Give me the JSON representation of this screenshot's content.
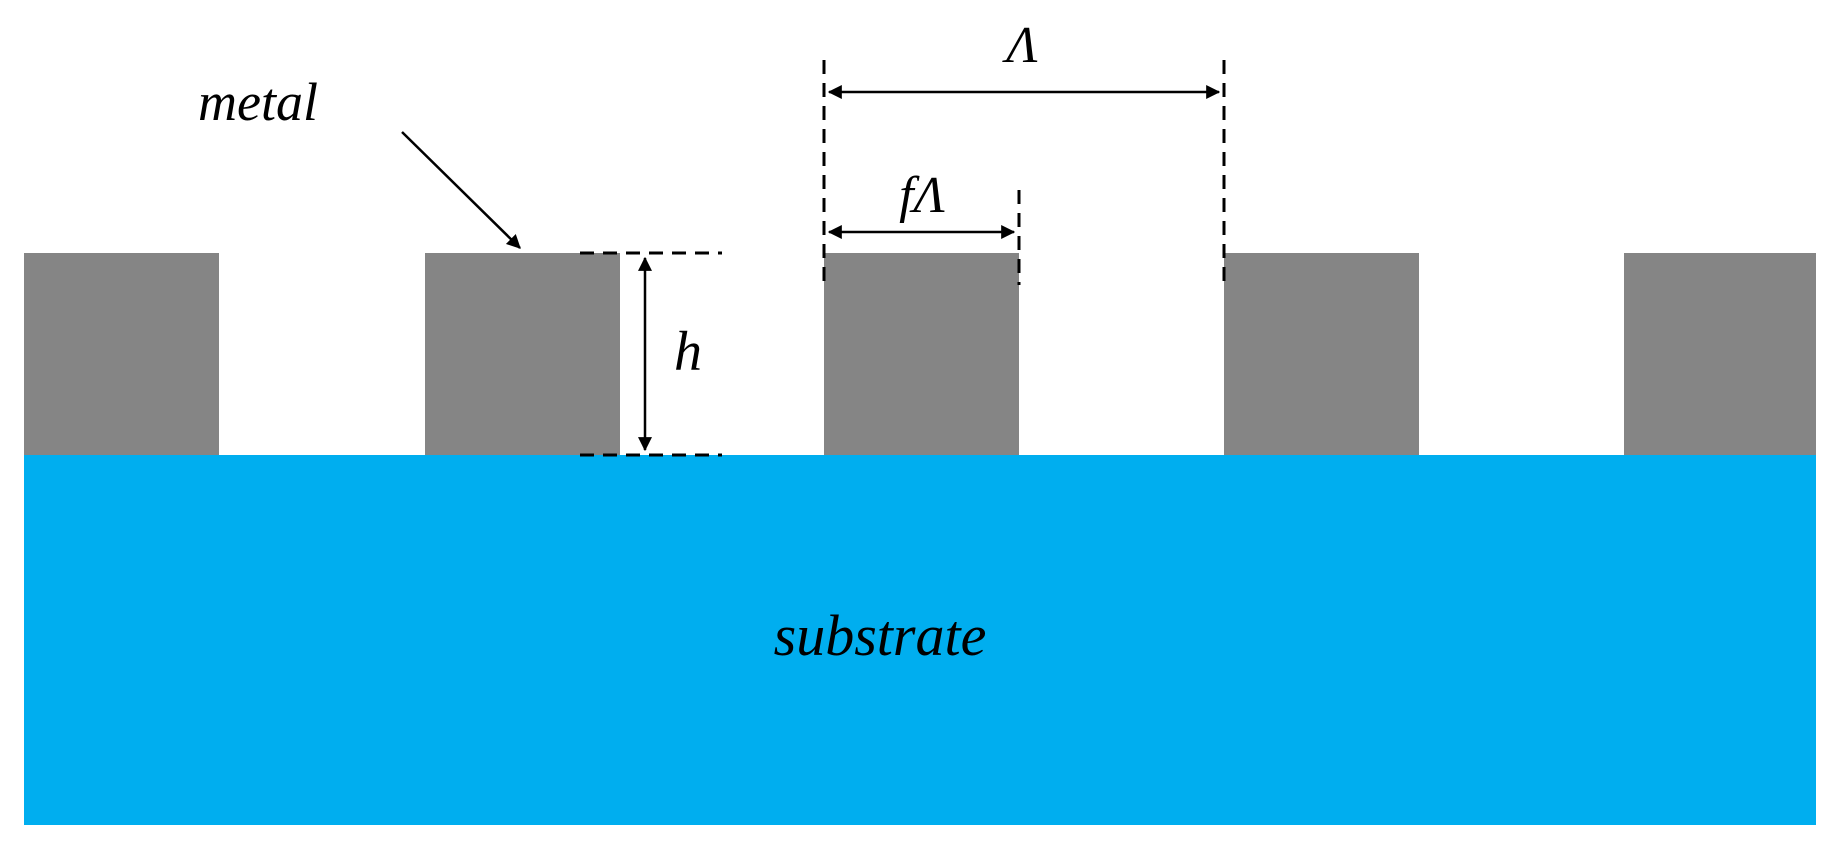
{
  "labels": {
    "metal": "metal",
    "period": "Λ",
    "fill_width": "fΛ",
    "height": "h",
    "substrate": "substrate"
  },
  "colors": {
    "metal": "#858585",
    "substrate": "#00aeef",
    "lines": "#000000",
    "background": "#ffffff"
  },
  "grating": {
    "ridge_count": 5
  }
}
